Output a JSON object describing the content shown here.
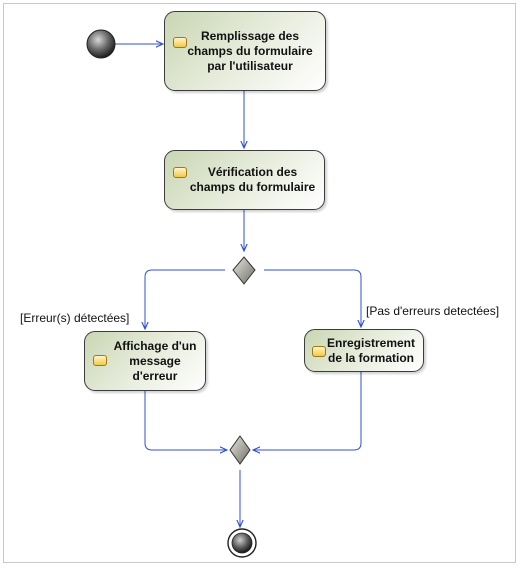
{
  "nodes": {
    "remplissage": "Remplissage des\nchamps du formulaire\npar l'utilisateur",
    "verification": "Vérification des\nchamps du formulaire",
    "affichage": "Affichage d'un\nmessage\nd'erreur",
    "enregistrement": "Enregistrement\nde la formation"
  },
  "guards": {
    "erreurs": "[Erreur(s) détectées]",
    "pas_erreurs": "[Pas d'erreurs detectées]"
  },
  "colors": {
    "connector": "#2f4fd6",
    "node_border": "#3c3c3c",
    "node_fill_start": "#c9d6b3",
    "initial_node": "#3a3a3a",
    "decision_fill": "#8a8a80"
  },
  "icons": {
    "activity": "activity-icon"
  }
}
